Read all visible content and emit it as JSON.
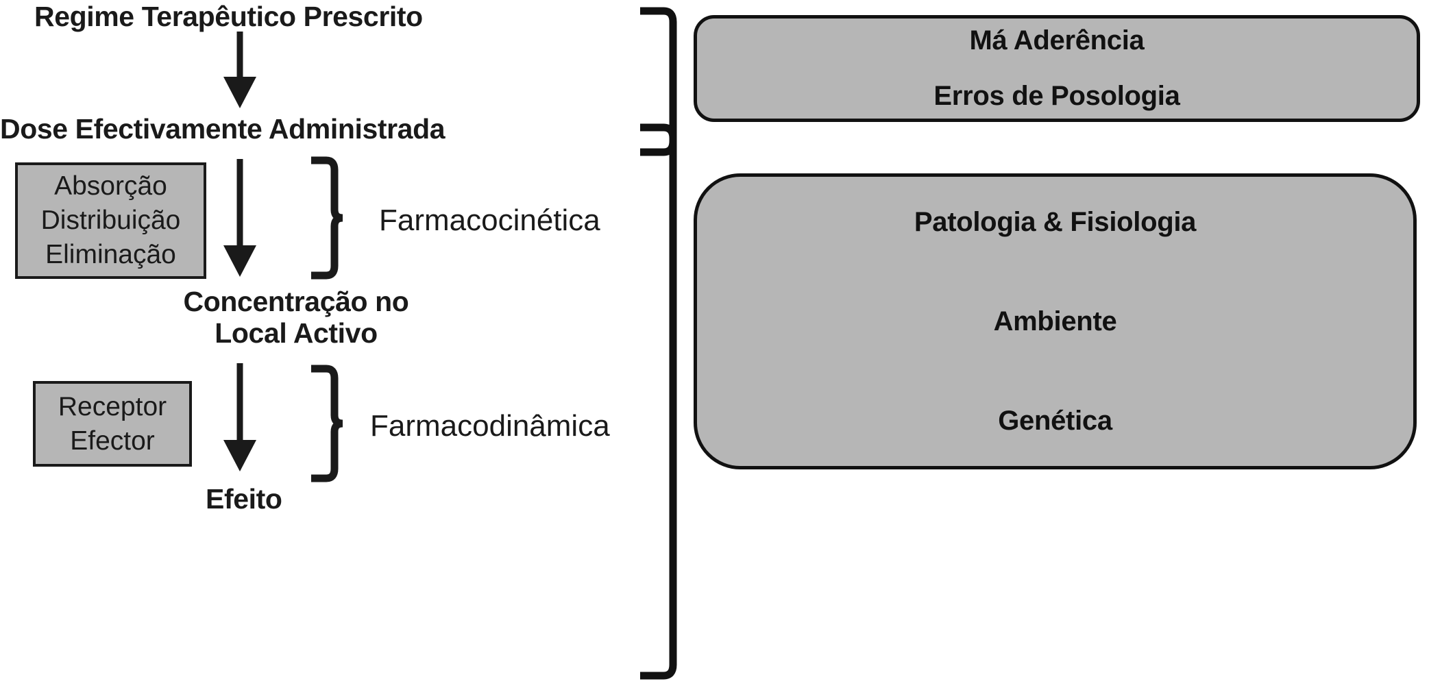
{
  "diagram": {
    "title": "Regime Terapeutico Prescrito",
    "flow": {
      "step1_label": "Regime Terapêutico Prescrito",
      "step2_label": "Dose Efectivamente Administrada",
      "step3_line1": "Concentração no",
      "step3_line2": "Local Activo",
      "step4_label": "Efeito"
    },
    "process_boxes": [
      {
        "name": "pharmacokinetic-processes",
        "lines": [
          "Absorção",
          "Distribuição",
          "Eliminação"
        ]
      },
      {
        "name": "pharmacodynamic-targets",
        "lines": [
          "Receptor",
          "Efector"
        ]
      }
    ],
    "bracket_labels": {
      "pharmacokinetics": "Farmacocinética",
      "pharmacodynamics": "Farmacodinâmica"
    },
    "influence_panels": [
      {
        "name": "adherence-panel",
        "lines": [
          "Má Aderência",
          "Erros de Posologia"
        ]
      },
      {
        "name": "host-factors-panel",
        "lines": [
          "Patologia & Fisiologia",
          "Ambiente",
          "Genética"
        ]
      }
    ],
    "colors": {
      "box_fill": "#b6b6b6",
      "stroke": "#1a1a1a",
      "text": "#1a1a1a",
      "background": "#ffffff"
    }
  }
}
